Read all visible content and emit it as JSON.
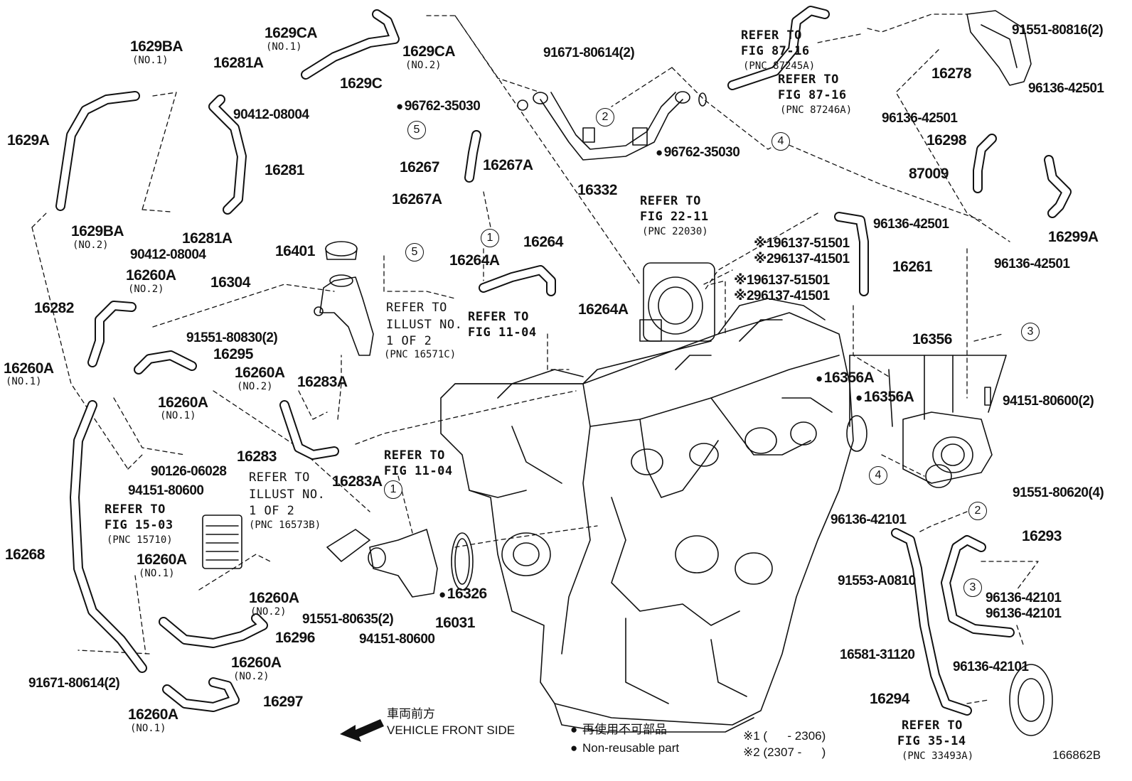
{
  "parts": {
    "p1629BA_top": "1629BA",
    "p1629BA_top_sub": "(NO.1)",
    "p1629BA_bot": "1629BA",
    "p1629BA_bot_sub": "(NO.2)",
    "p1629CA_top": "1629CA",
    "p1629CA_top_sub": "(NO.1)",
    "p1629CA_no2": "1629CA",
    "p1629CA_no2_sub": "(NO.2)",
    "p1629C": "1629C",
    "p1629A": "1629A",
    "p16281A_top": "16281A",
    "p16281A_bot": "16281A",
    "p16281": "16281",
    "p90412_a": "90412-08004",
    "p90412_b": "90412-08004",
    "p96762_a": "96762-35030",
    "p96762_b": "96762-35030",
    "p91671_top": "91671-80614(2)",
    "p16267": "16267",
    "p16267A_a": "16267A",
    "p16267A_b": "16267A",
    "p16332": "16332",
    "p16401": "16401",
    "p16304": "16304",
    "p16264A_a": "16264A",
    "p16264": "16264",
    "p16264A_b": "16264A",
    "p16260A_no2a": "16260A",
    "p16260A_no2a_sub": "(NO.2)",
    "p16282": "16282",
    "p91551_80830": "91551-80830(2)",
    "p16295": "16295",
    "p16260A_no1a": "16260A",
    "p16260A_no1a_sub": "(NO.1)",
    "p16260A_no2b": "16260A",
    "p16260A_no2b_sub": "(NO.2)",
    "p16260A_no1b": "16260A",
    "p16260A_no1b_sub": "(NO.1)",
    "p16283A_a": "16283A",
    "p16283": "16283",
    "p16283A_b": "16283A",
    "p90126": "90126-06028",
    "p94151_80600_a": "94151-80600",
    "p16268": "16268",
    "p16260A_no1c": "16260A",
    "p16260A_no1c_sub": "(NO.1)",
    "p16260A_no2c": "16260A",
    "p16260A_no2c_sub": "(NO.2)",
    "p16296": "16296",
    "p16260A_no2d": "16260A",
    "p16260A_no2d_sub": "(NO.2)",
    "p16297": "16297",
    "p16260A_no1d": "16260A",
    "p16260A_no1d_sub": "(NO.1)",
    "p91671_bot": "91671-80614(2)",
    "p91551_80635": "91551-80635(2)",
    "p94151_80600_b": "94151-80600",
    "p16326": "16326",
    "p16031": "16031",
    "p91551_80816": "91551-80816(2)",
    "p16278": "16278",
    "p96136_42501_a": "96136-42501",
    "p96136_42501_b": "96136-42501",
    "p96136_42501_c": "96136-42501",
    "p96136_42501_d": "96136-42501",
    "p16298": "16298",
    "p87009": "87009",
    "p16299A": "16299A",
    "p96137_51501_a": "96137-51501",
    "p96137_41501_a": "96137-41501",
    "p96137_51501_b": "96137-51501",
    "p96137_41501_b": "96137-41501",
    "p16261": "16261",
    "p16356": "16356",
    "p16356A_a": "16356A",
    "p16356A_b": "16356A",
    "p94151_80600_c": "94151-80600(2)",
    "p91551_80620": "91551-80620(4)",
    "p96136_42101_a": "96136-42101",
    "p16293": "16293",
    "p91553": "91553-A0810",
    "p96136_42101_b": "96136-42101",
    "p96136_42101_c": "96136-42101",
    "p16581": "16581-31120",
    "p96136_42101_d": "96136-42101",
    "p16294": "16294"
  },
  "refs": {
    "r87245_a": "REFER TO",
    "r87245_b": "FIG 87-16",
    "r87245_c": "(PNC 87245A)",
    "r87246_a": "REFER TO",
    "r87246_b": "FIG 87-16",
    "r87246_c": "(PNC 87246A)",
    "r22_a": "REFER TO",
    "r22_b": "FIG 22-11",
    "r22_c": "(PNC 22030)",
    "rill1_a": "REFER TO",
    "rill1_b": "ILLUST NO.",
    "rill1_c": "1 OF 2",
    "rill1_d": "(PNC 16571C)",
    "r11a_a": "REFER TO",
    "r11a_b": "FIG 11-04",
    "r11b_a": "REFER TO",
    "r11b_b": "FIG 11-04",
    "rill2_a": "REFER TO",
    "rill2_b": "ILLUST NO.",
    "rill2_c": "1 OF 2",
    "rill2_d": "(PNC 16573B)",
    "r15_a": "REFER TO",
    "r15_b": "FIG 15-03",
    "r15_c": "(PNC 15710)",
    "r35_a": "REFER TO",
    "r35_b": "FIG 35-14",
    "r35_c": "(PNC 33493A)"
  },
  "markers": {
    "m1": "※1",
    "m2": "※2",
    "m1b": "※1",
    "m2b": "※2",
    "c1a": "1",
    "c1b": "1",
    "c2a": "2",
    "c2b": "2",
    "c3a": "3",
    "c3b": "3",
    "c4a": "4",
    "c4b": "4",
    "c5a": "5",
    "c5b": "5"
  },
  "legend": {
    "front_jp": "車両前方",
    "front_en": "VEHICLE FRONT SIDE",
    "nonreuse_jp": "再使用不可部品",
    "nonreuse_en": "Non-reusable part",
    "range1": "※1 (      - 2306)",
    "range2": "※2 (2307 -      )",
    "diagram_id": "166862B"
  }
}
